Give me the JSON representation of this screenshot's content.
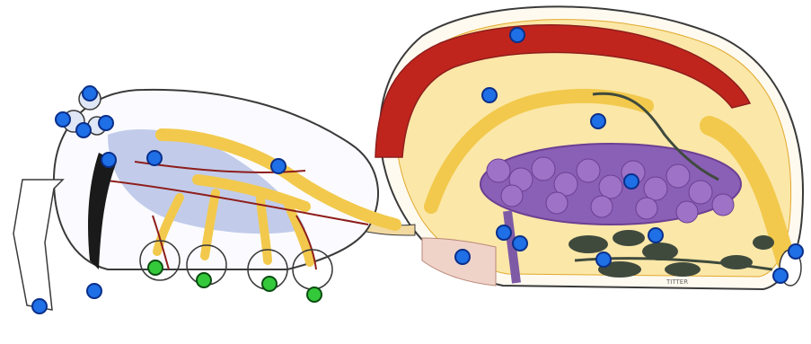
{
  "figure": {
    "artist_signature": "TITTER",
    "colors": {
      "outline": "#3a3a3a",
      "heart": "#c0251d",
      "heart_light": "#e36a4d",
      "digestive": "#f2c94c",
      "digestive_dark": "#e1a92d",
      "silk_glands": "#3f4a3d",
      "ovary": "#8a5fb6",
      "ovary_dark": "#6c3f93",
      "book_lung": "#f0d3c8",
      "nervous": "#b7c3e6",
      "vessels": "#8e1e1c",
      "marker_blue": "#1f6fe6",
      "marker_green": "#34c93a"
    },
    "markers": [
      {
        "id": "m1",
        "color": "blue"
      },
      {
        "id": "m2",
        "color": "blue"
      },
      {
        "id": "m3",
        "color": "blue"
      },
      {
        "id": "m4",
        "color": "blue"
      },
      {
        "id": "m5",
        "color": "blue"
      },
      {
        "id": "m6",
        "color": "blue"
      },
      {
        "id": "m7",
        "color": "blue"
      },
      {
        "id": "m8",
        "color": "blue"
      },
      {
        "id": "m9",
        "color": "blue"
      },
      {
        "id": "m10",
        "color": "blue"
      },
      {
        "id": "m11",
        "color": "blue"
      },
      {
        "id": "m12",
        "color": "blue"
      },
      {
        "id": "m13",
        "color": "blue"
      },
      {
        "id": "m14",
        "color": "blue"
      },
      {
        "id": "m15",
        "color": "blue"
      },
      {
        "id": "m16",
        "color": "blue"
      },
      {
        "id": "m17",
        "color": "blue"
      },
      {
        "id": "m18",
        "color": "blue"
      },
      {
        "id": "m19",
        "color": "blue"
      },
      {
        "id": "m20",
        "color": "blue"
      },
      {
        "id": "m21",
        "color": "green"
      },
      {
        "id": "m22",
        "color": "green"
      },
      {
        "id": "m23",
        "color": "green"
      },
      {
        "id": "m24",
        "color": "green"
      }
    ]
  }
}
